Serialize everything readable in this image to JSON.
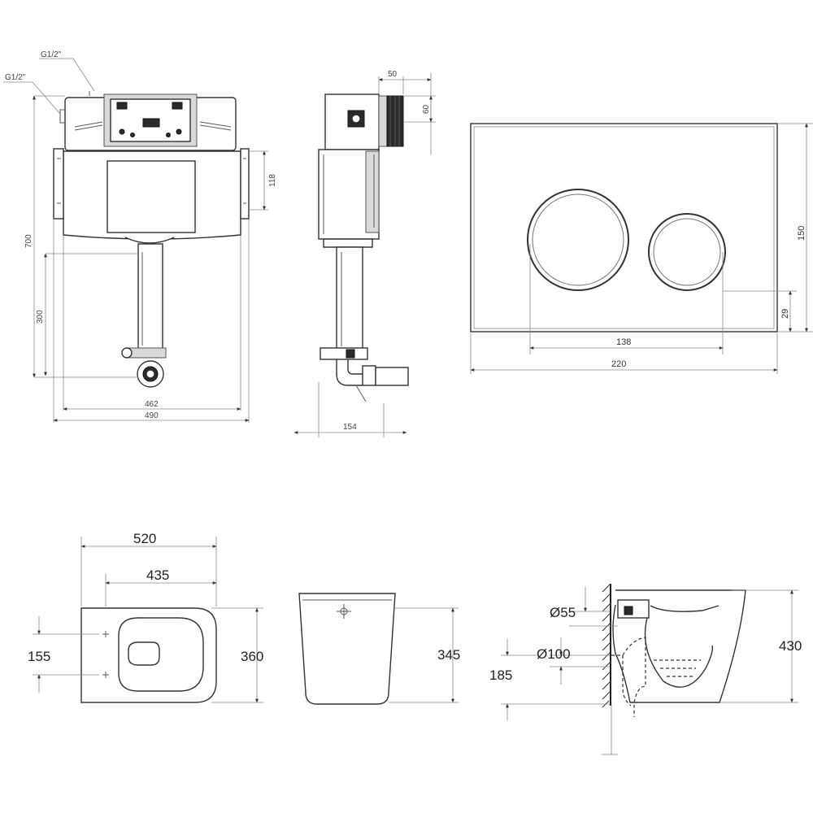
{
  "cistern_front": {
    "inlet_label_1": "G1/2\"",
    "inlet_label_2": "G1/2\"",
    "dim_height": "700",
    "dim_outlet": "300",
    "dim_inner_width": "462",
    "dim_outer_width": "490",
    "dim_tank": "118"
  },
  "cistern_side": {
    "dim_top_width": "50",
    "dim_top_height": "60",
    "dim_depth": "154"
  },
  "flush_plate": {
    "dim_width": "220",
    "dim_height": "150",
    "dim_buttons": "138",
    "dim_bottom": "29"
  },
  "toilet_top": {
    "dim_length": "520",
    "dim_bowl_length": "435",
    "dim_width": "360",
    "dim_mount_spacing": "155"
  },
  "toilet_back": {
    "dim_height": "345"
  },
  "toilet_side": {
    "dim_water_inlet": "Ø55",
    "dim_drain": "Ø100",
    "dim_drain_height": "185",
    "dim_height": "430"
  }
}
